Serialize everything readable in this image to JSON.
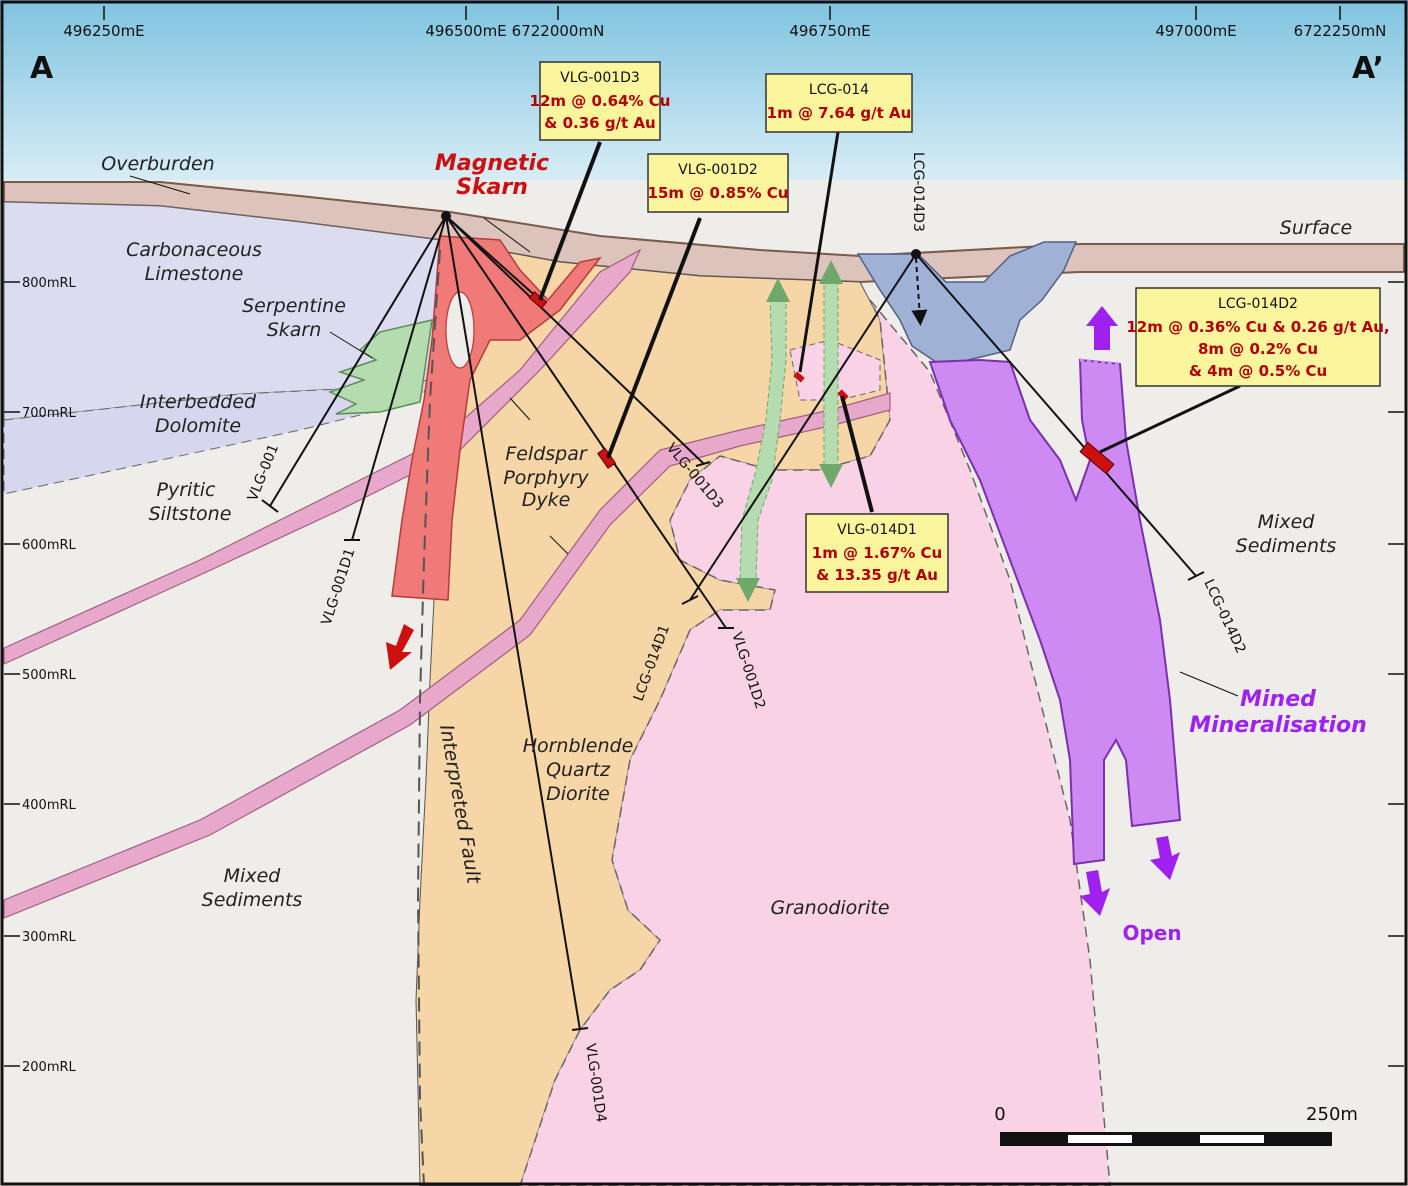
{
  "section": {
    "start": "A",
    "end": "A’"
  },
  "eastings": [
    "496250mE",
    "496500mE",
    "6722000mN",
    "496750mE",
    "497000mE",
    "6722250mN"
  ],
  "rls": [
    "800mRL",
    "700mRL",
    "600mRL",
    "500mRL",
    "400mRL",
    "300mRL",
    "200mRL"
  ],
  "units": {
    "overburden": "Overburden",
    "surface": "Surface",
    "limestone_1": "Carbonaceous",
    "limestone_2": "Limestone",
    "serpentine_1": "Serpentine",
    "serpentine_2": "Skarn",
    "dolomite_1": "Interbedded",
    "dolomite_2": "Dolomite",
    "pyritic_1": "Pyritic",
    "pyritic_2": "Siltstone",
    "feldspar_1": "Feldspar",
    "feldspar_2": "Porphyry",
    "feldspar_3": "Dyke",
    "hornblende_1": "Hornblende",
    "hornblende_2": "Quartz",
    "hornblende_3": "Diorite",
    "fault": "Interpreted Fault",
    "mixed_left_1": "Mixed",
    "mixed_left_2": "Sediments",
    "mixed_right_1": "Mixed",
    "mixed_right_2": "Sediments",
    "granodiorite": "Granodiorite",
    "magnetic_1": "Magnetic",
    "magnetic_2": "Skarn",
    "mined_1": "Mined",
    "mined_2": "Mineralisation",
    "open": "Open"
  },
  "holes": {
    "vlg001": "VLG-001",
    "vlg001d1": "VLG-001D1",
    "vlg001d2": "VLG-001D2",
    "vlg001d3": "VLG-001D3",
    "vlg001d4": "VLG-001D4",
    "lcg014d1": "LCG-014D1",
    "lcg014d2": "LCG-014D2",
    "lcg014d3": "LCG-014D3"
  },
  "callouts": {
    "c1_head": "VLG-001D3",
    "c1_line1": "12m @ 0.64% Cu",
    "c1_line2": "& 0.36 g/t Au",
    "c2_head": "VLG-001D2",
    "c2_line1": "15m @ 0.85% Cu",
    "c3_head": "LCG-014",
    "c3_line1": "1m @ 7.64 g/t Au",
    "c4_head": "VLG-014D1",
    "c4_line1": "1m @ 1.67% Cu",
    "c4_line2": "& 13.35 g/t Au",
    "c5_head": "LCG-014D2",
    "c5_line1": "12m @ 0.36% Cu & 0.26 g/t Au,",
    "c5_line2": "8m @ 0.2% Cu",
    "c5_line3": "& 4m @ 0.5% Cu"
  },
  "scale": {
    "zero": "0",
    "end": "250m"
  },
  "colors": {
    "sky_top": "#7fc3e0",
    "overburden": "#dcc4bd",
    "limestone": "#dcdcf0",
    "dolomite": "#d6d6ee",
    "sediments": "#efedea",
    "diorite": "#f6d5a6",
    "granodiorite": "#f9d2e5",
    "dyke": "#e8a8cc",
    "skarn_red": "#f07a78",
    "serpentine": "#b5dcb0",
    "pit": "#9fb2d6",
    "mined": "#cc8af2",
    "callout_fill": "#fbf59d",
    "assay_red": "#b40000",
    "open_purple": "#a020f0"
  }
}
